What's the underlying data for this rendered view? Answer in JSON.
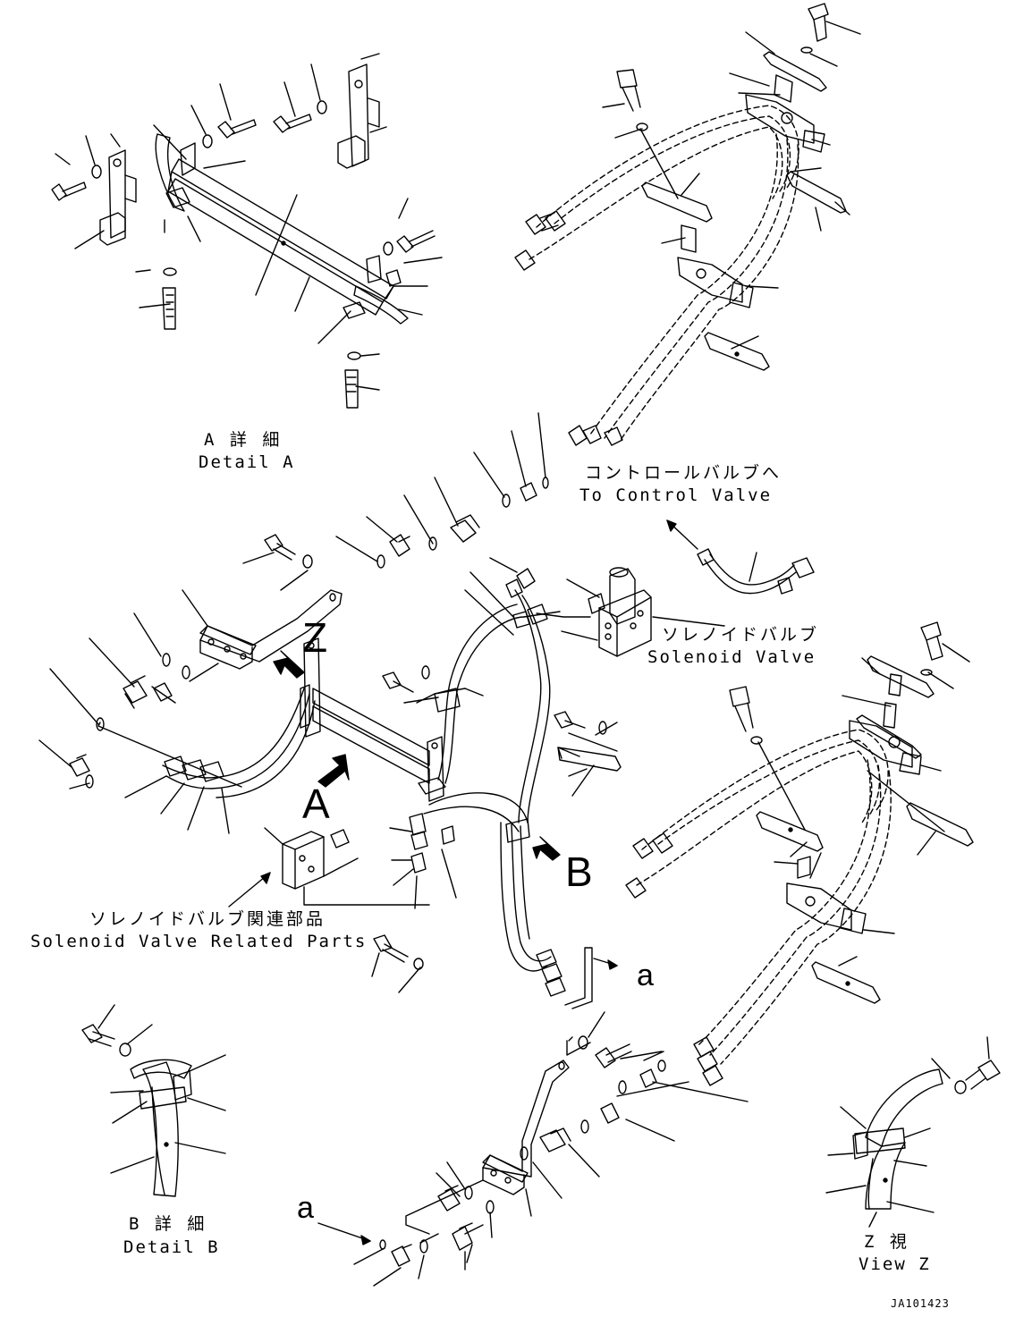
{
  "labels": {
    "detail_a_jp": "A 詳 細",
    "detail_a_en": "Detail A",
    "to_control_valve_jp": "コントロールバルブへ",
    "to_control_valve_en": "To Control Valve",
    "solenoid_valve_jp": "ソレノイドバルブ",
    "solenoid_valve_en": "Solenoid Valve",
    "solenoid_related_jp": "ソレノイドバルブ関連部品",
    "solenoid_related_en": "Solenoid Valve Related Parts",
    "detail_b_jp": "B 詳 細",
    "detail_b_en": "Detail B",
    "view_z_jp": "Z  視",
    "view_z_en": "View Z",
    "marker_z": "Z",
    "marker_a": "A",
    "marker_b": "B",
    "marker_a_lower_right": "a",
    "marker_a_lower_left": "a",
    "drawing_code": "JA101423"
  }
}
